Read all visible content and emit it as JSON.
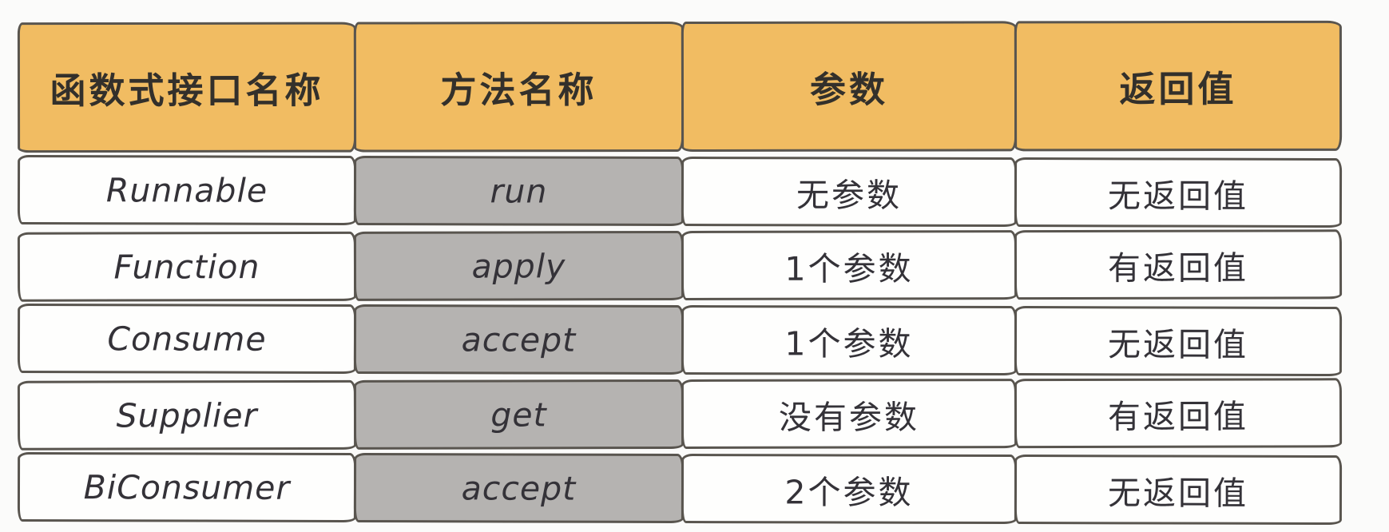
{
  "table": {
    "columns": [
      {
        "key": "interface",
        "label": "函数式接口名称"
      },
      {
        "key": "method",
        "label": "方法名称"
      },
      {
        "key": "params",
        "label": "参数"
      },
      {
        "key": "returns",
        "label": "返回值"
      }
    ],
    "rows": [
      {
        "interface": "Runnable",
        "method": "run",
        "params": "无参数",
        "returns": "无返回值"
      },
      {
        "interface": "Function",
        "method": "apply",
        "params": "1个参数",
        "returns": "有返回值"
      },
      {
        "interface": "Consume",
        "method": "accept",
        "params": "1个参数",
        "returns": "无返回值"
      },
      {
        "interface": "Supplier",
        "method": "get",
        "params": "没有参数",
        "returns": "有返回值"
      },
      {
        "interface": "BiConsumer",
        "method": "accept",
        "params": "2个参数",
        "returns": "无返回值"
      }
    ],
    "colors": {
      "page_bg": "#FBFBFA",
      "header_bg": "#F1BC62",
      "method_col_bg": "#B5B3B1",
      "border": "#59554F",
      "header_text": "#33302B",
      "body_text": "#343238"
    }
  }
}
